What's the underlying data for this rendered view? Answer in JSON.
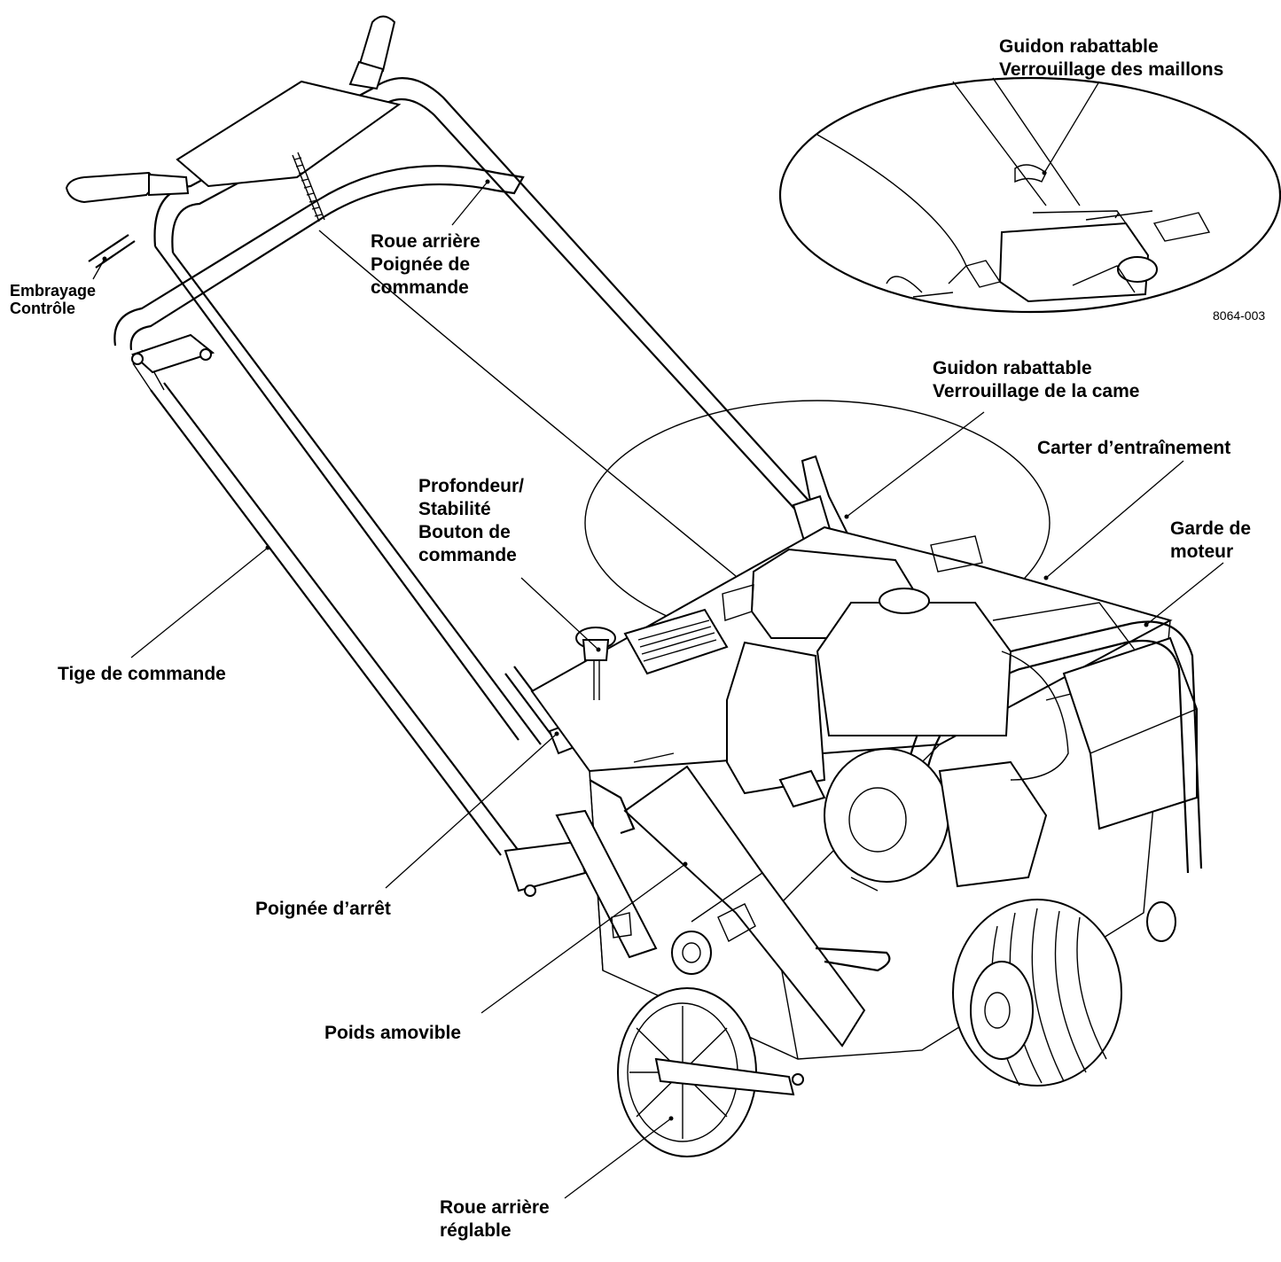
{
  "figure_code": "8064-003",
  "labels": {
    "clutch": [
      "Embrayage",
      "Contrôle"
    ],
    "rear_wheel_handle": [
      "Roue arrière",
      "Poignée de",
      "commande"
    ],
    "handle_link_lock": [
      "Guidon rabattable",
      "Verrouillage des maillons"
    ],
    "handle_cam_lock": [
      "Guidon rabattable",
      "Verrouillage de la came"
    ],
    "drive_housing": [
      "Carter d’entraînement"
    ],
    "engine_guard": [
      "Garde de",
      "moteur"
    ],
    "depth_knob": [
      "Profondeur/",
      "Stabilité",
      "Bouton de",
      "commande"
    ],
    "control_rod": [
      "Tige de commande"
    ],
    "stop_handle": [
      "Poignée d’arrêt"
    ],
    "removable_weight": [
      "Poids amovible"
    ],
    "adjustable_rear_wheel": [
      "Roue arrière",
      "réglable"
    ]
  }
}
